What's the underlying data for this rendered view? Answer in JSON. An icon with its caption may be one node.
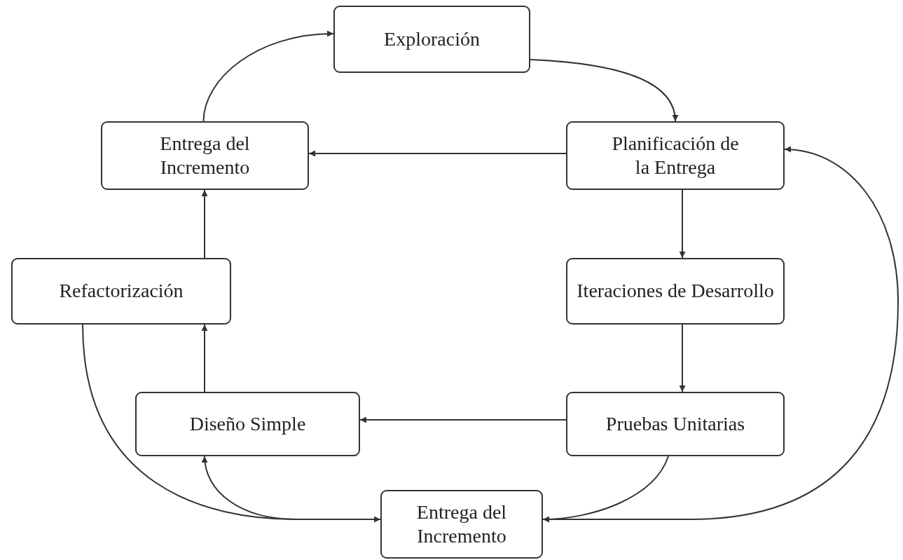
{
  "diagram": {
    "nodes": [
      {
        "text": [
          "Exploración"
        ]
      },
      {
        "text": [
          "Entrega del Incremento"
        ]
      },
      {
        "text": [
          "Planificación de la Entrega"
        ]
      },
      {
        "text": [
          "Refactorización"
        ]
      },
      {
        "text": [
          "Iteraciones de Desarrollo"
        ]
      },
      {
        "text": [
          "Diseño Simple"
        ]
      },
      {
        "text": [
          "Pruebas Unitarias"
        ]
      },
      {
        "text": [
          "Entrega del Incremento"
        ]
      }
    ],
    "edges": [
      {
        "from": 1,
        "to": 0,
        "arrow": "to"
      },
      {
        "from": 0,
        "to": 2,
        "arrow": "to"
      },
      {
        "from": 2,
        "to": 1,
        "arrow": "to"
      },
      {
        "from": 2,
        "to": 4,
        "arrow": "to"
      },
      {
        "from": 4,
        "to": 6,
        "arrow": "to"
      },
      {
        "from": 6,
        "to": 5,
        "arrow": "to"
      },
      {
        "from": 5,
        "to": 3,
        "arrow": "to"
      },
      {
        "from": 3,
        "to": 1,
        "arrow": "to"
      },
      {
        "from": 3,
        "to": 7,
        "arrow": "to"
      },
      {
        "from": 7,
        "to": 5,
        "arrow": "to"
      },
      {
        "from": 6,
        "to": 7,
        "arrow": "to"
      },
      {
        "from": 7,
        "to": 2,
        "arrow": "to"
      }
    ]
  }
}
